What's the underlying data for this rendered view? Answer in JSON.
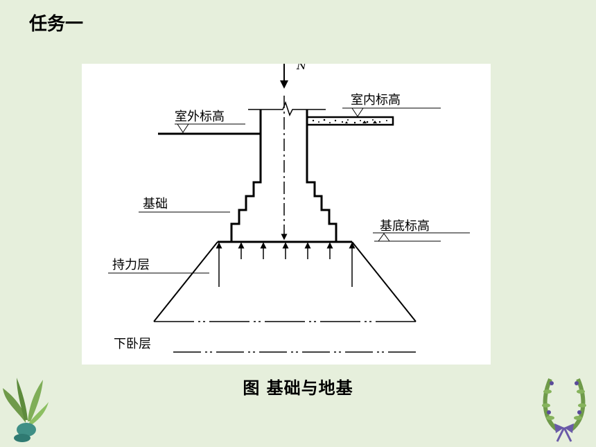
{
  "page": {
    "title": "任务一"
  },
  "diagram": {
    "load_label": "N",
    "outdoor_level": "室外标高",
    "indoor_level": "室内标高",
    "foundation": "基础",
    "base_level": "基底标高",
    "bearing_layer": "持力层",
    "underlying_layer": "下卧层"
  },
  "caption": "图  基础与地基"
}
